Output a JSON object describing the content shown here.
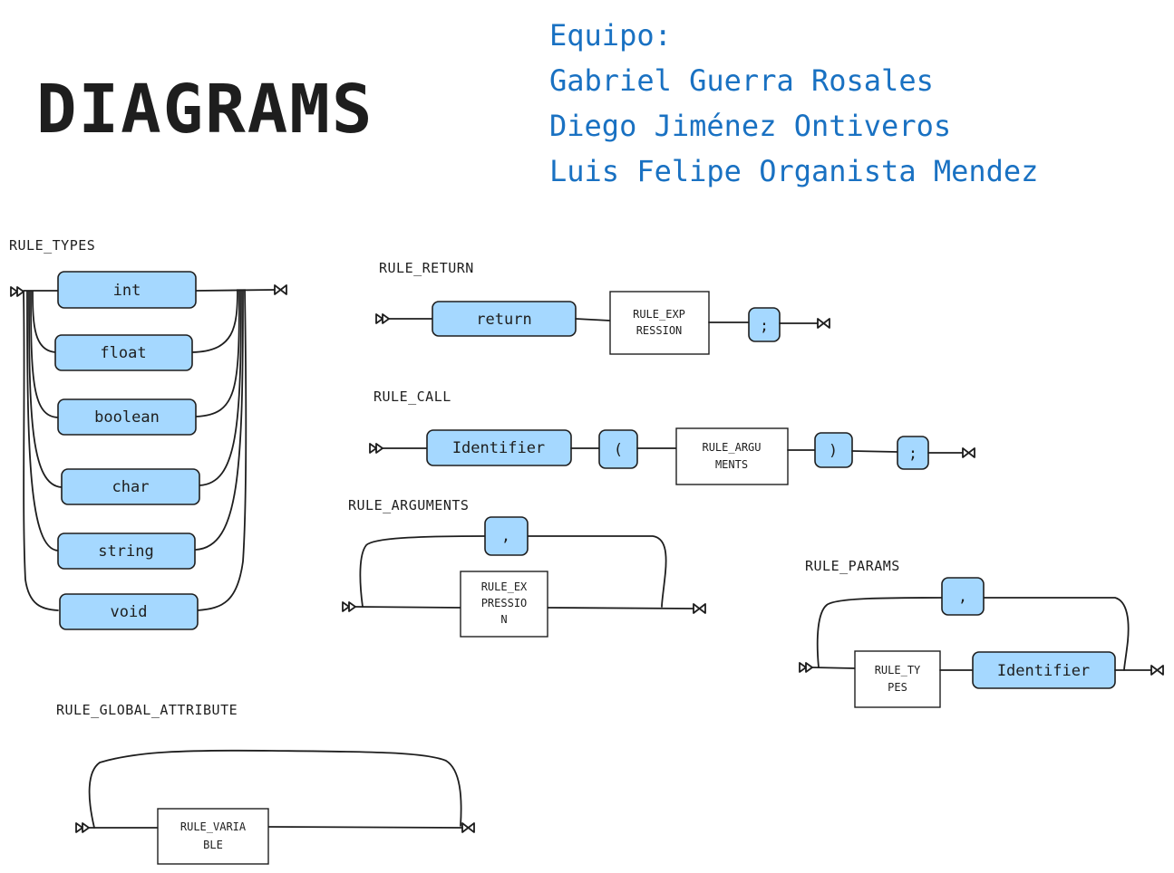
{
  "title": "DIAGRAMS",
  "team": {
    "heading": "Equipo:",
    "members": [
      "Gabriel Guerra Rosales",
      "Diego Jiménez Ontiveros",
      "Luis Felipe Organista Mendez"
    ]
  },
  "rule_types": {
    "label": "RULE_TYPES",
    "options": [
      "int",
      "float",
      "boolean",
      "char",
      "string",
      "void"
    ]
  },
  "rule_return": {
    "label": "RULE_RETURN",
    "keyword": "return",
    "expression": [
      "RULE_EXP",
      "RESSION"
    ],
    "semicolon": ";"
  },
  "rule_call": {
    "label": "RULE_CALL",
    "identifier": "Identifier",
    "open_paren": "(",
    "arguments": [
      "RULE_ARGU",
      "MENTS"
    ],
    "close_paren": ")",
    "semicolon": ";"
  },
  "rule_arguments": {
    "label": "RULE_ARGUMENTS",
    "comma": ",",
    "expression": [
      "RULE_EX",
      "PRESSIO",
      "N"
    ]
  },
  "rule_params": {
    "label": "RULE_PARAMS",
    "comma": ",",
    "types": [
      "RULE_TY",
      "PES"
    ],
    "identifier": "Identifier"
  },
  "rule_global_attribute": {
    "label": "RULE_GLOBAL_ATTRIBUTE",
    "variable": [
      "RULE_VARIA",
      "BLE"
    ]
  }
}
